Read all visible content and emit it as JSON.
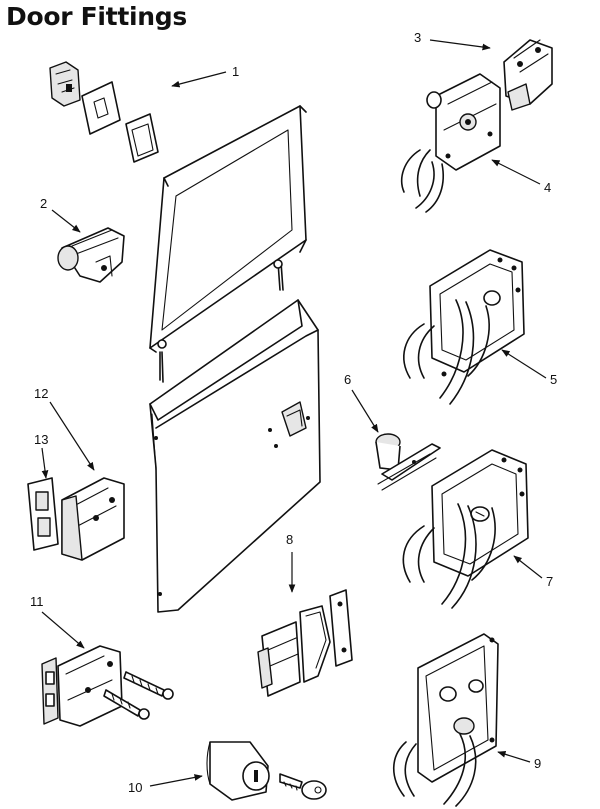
{
  "title": "Door Fittings",
  "callouts": [
    {
      "id": "1",
      "label": "1"
    },
    {
      "id": "2",
      "label": "2"
    },
    {
      "id": "3",
      "label": "3"
    },
    {
      "id": "4",
      "label": "4"
    },
    {
      "id": "5",
      "label": "5"
    },
    {
      "id": "6",
      "label": "6"
    },
    {
      "id": "7",
      "label": "7"
    },
    {
      "id": "8",
      "label": "8"
    },
    {
      "id": "9",
      "label": "9"
    },
    {
      "id": "10",
      "label": "10"
    },
    {
      "id": "11",
      "label": "11"
    },
    {
      "id": "12",
      "label": "12"
    },
    {
      "id": "13",
      "label": "13"
    }
  ],
  "colors": {
    "line": "#111111",
    "shade": "#e6e6e6",
    "background": "#ffffff"
  }
}
